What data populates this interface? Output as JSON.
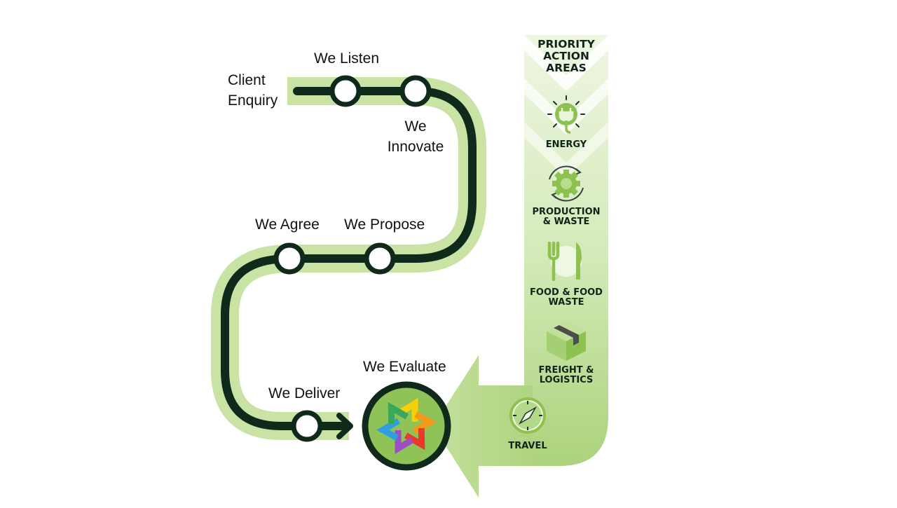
{
  "process": {
    "steps": [
      {
        "label_lines": [
          "Client",
          "Enquiry"
        ]
      },
      {
        "label_lines": [
          "We Listen"
        ]
      },
      {
        "label_lines": [
          "We",
          "Innovate"
        ]
      },
      {
        "label_lines": [
          "We Propose"
        ]
      },
      {
        "label_lines": [
          "We Agree"
        ]
      },
      {
        "label_lines": [
          "We Deliver"
        ]
      },
      {
        "label_lines": [
          "We Evaluate"
        ]
      }
    ]
  },
  "priority_panel": {
    "title_lines": [
      "PRIORITY",
      "ACTION",
      "AREAS"
    ],
    "areas": [
      {
        "label_lines": [
          "ENERGY"
        ],
        "icon": "energy-plug-icon"
      },
      {
        "label_lines": [
          "PRODUCTION",
          "& WASTE"
        ],
        "icon": "production-gear-icon"
      },
      {
        "label_lines": [
          "FOOD & FOOD",
          "WASTE"
        ],
        "icon": "food-cutlery-icon"
      },
      {
        "label_lines": [
          "FREIGHT &",
          "LOGISTICS"
        ],
        "icon": "freight-box-icon"
      },
      {
        "label_lines": [
          "TRAVEL"
        ],
        "icon": "travel-compass-icon"
      }
    ]
  },
  "colors": {
    "track_dark": "#0f2a1b",
    "track_light": "#c9e3a4",
    "panel_green": "#a9d27a",
    "icon_green": "#8dc150",
    "text_dark": "#10251a"
  }
}
